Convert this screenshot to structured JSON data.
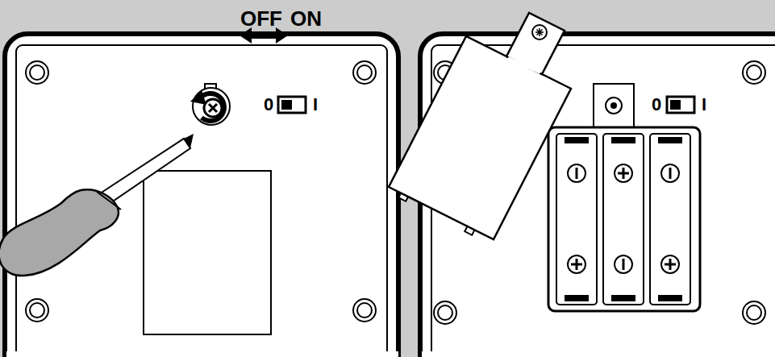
{
  "diagram": {
    "labels": [
      "OFF",
      "ON",
      "0",
      "I",
      "0",
      "I"
    ]
  }
}
